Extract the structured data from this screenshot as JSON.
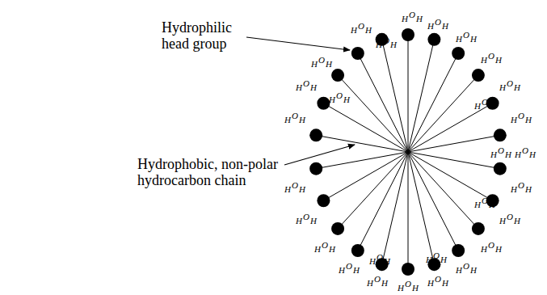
{
  "diagram": {
    "labels": [
      "Hydrophilic head group",
      "Hydrophobic, non-polar hydrocarbon chain",
      "HOH",
      "HOH",
      "HOH",
      "HOH",
      "HOH",
      "HOH",
      "HOH",
      "HOH",
      "HOH",
      "HOH",
      "HOH",
      "HOH",
      "HOH",
      "HOH",
      "HOH",
      "HOH",
      "HOH",
      "HOH",
      "HOH",
      "HOH",
      "HOH",
      "HOH",
      "HOH",
      "HOH",
      "HOH",
      "HOH",
      "HOH",
      "HOH",
      "HOH"
    ]
  }
}
